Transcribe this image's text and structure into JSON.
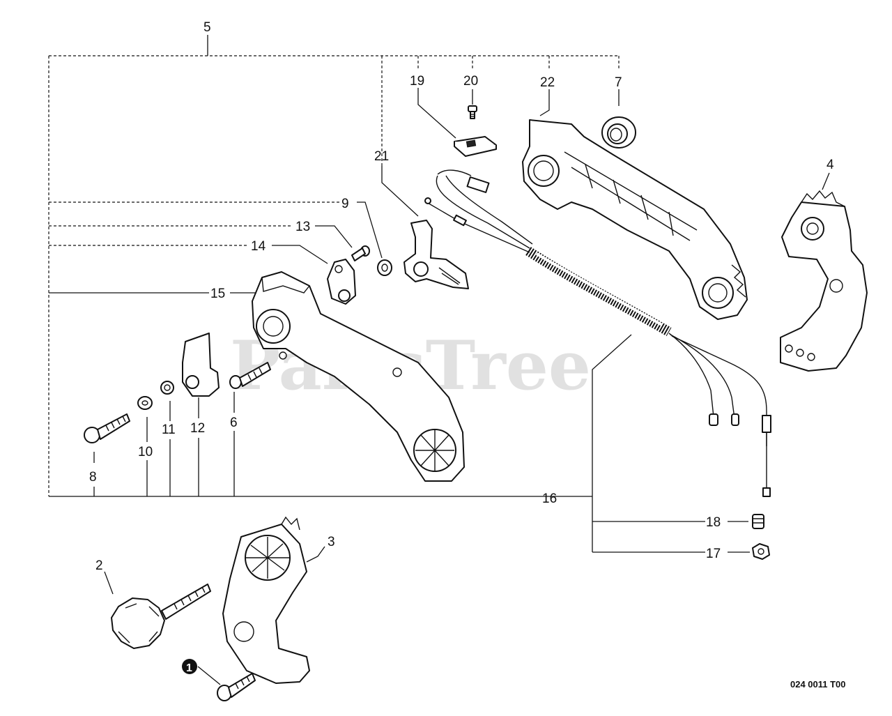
{
  "watermark": "PartsTree",
  "drawing_code": "024 0011 T00",
  "callouts": {
    "c1": "1",
    "c2": "2",
    "c3": "3",
    "c4": "4",
    "c5": "5",
    "c6": "6",
    "c7": "7",
    "c8": "8",
    "c9": "9",
    "c10": "10",
    "c11": "11",
    "c12": "12",
    "c13": "13",
    "c14": "14",
    "c15": "15",
    "c16": "16",
    "c17": "17",
    "c18": "18",
    "c19": "19",
    "c20": "20",
    "c21": "21",
    "c22": "22"
  }
}
